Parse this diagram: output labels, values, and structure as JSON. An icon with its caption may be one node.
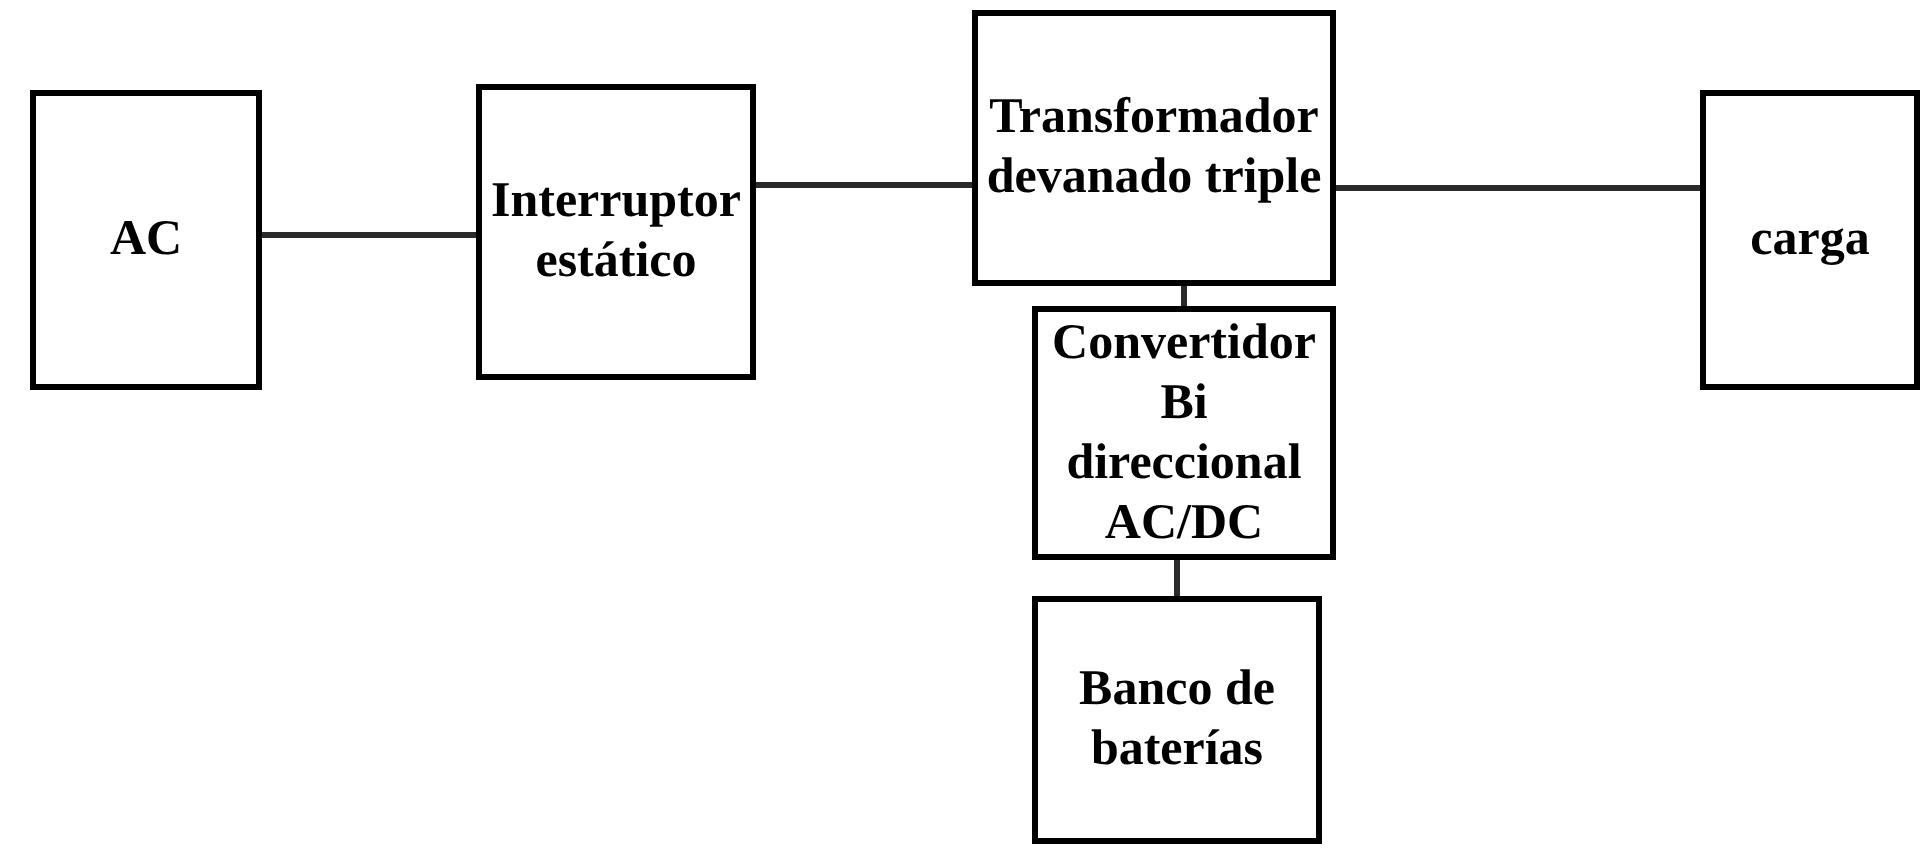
{
  "diagram": {
    "nodes": [
      {
        "text": [
          "AC"
        ]
      },
      {
        "text": [
          "Interruptor estático"
        ]
      },
      {
        "text": [
          "Transformador devanado triple"
        ]
      },
      {
        "text": [
          "carga"
        ]
      },
      {
        "text": [
          "Convertidor Bi direccional AC/DC"
        ]
      },
      {
        "text": [
          "Banco de baterías"
        ]
      }
    ],
    "edges": [
      {
        "from": 0,
        "to": 1,
        "arrow": "none"
      },
      {
        "from": 1,
        "to": 2,
        "arrow": "none"
      },
      {
        "from": 2,
        "to": 3,
        "arrow": "none"
      },
      {
        "from": 2,
        "to": 4,
        "arrow": "none"
      },
      {
        "from": 4,
        "to": 5,
        "arrow": "none"
      }
    ]
  }
}
